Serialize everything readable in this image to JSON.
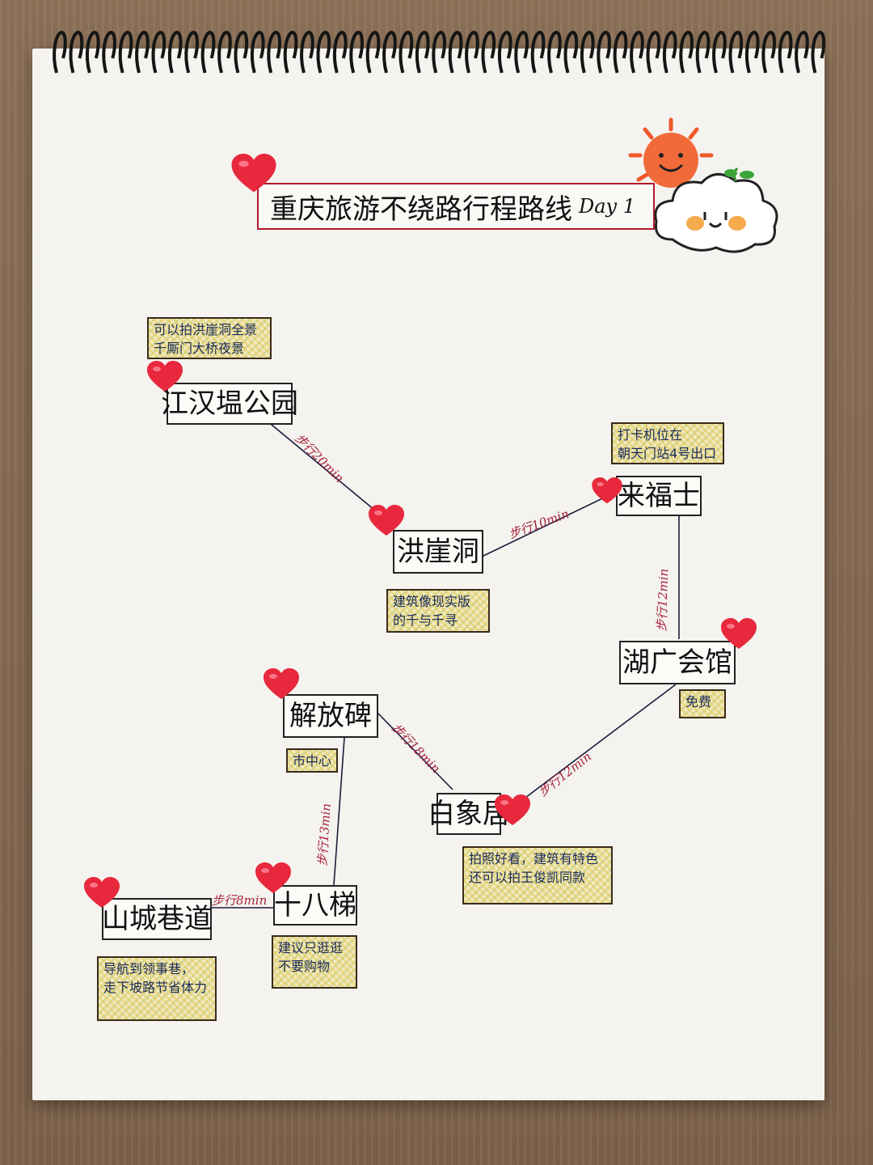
{
  "title": {
    "text": "重庆旅游不绕路行程路线",
    "day": "Day 1"
  },
  "colors": {
    "accent": "#b01a2a",
    "heart": "#e8283c",
    "note_ink": "#1a2a5a"
  },
  "stops": [
    {
      "id": "jianghanzui",
      "name": "江汉塭公园"
    },
    {
      "id": "hongyadong",
      "name": "洪崖洞"
    },
    {
      "id": "laifushi",
      "name": "来福士"
    },
    {
      "id": "huguanghuiguan",
      "name": "湖广会馆"
    },
    {
      "id": "jiefangbei",
      "name": "解放碑"
    },
    {
      "id": "baiyuju",
      "name": "白象居"
    },
    {
      "id": "shibati",
      "name": "十八梯"
    },
    {
      "id": "shanchengxiangdao",
      "name": "山城巷道"
    }
  ],
  "notes": {
    "jianghanzui": [
      "可以拍洪崖洞全景",
      "千厮门大桥夜景"
    ],
    "hongyadong": [
      "建筑像现实版",
      "的千与千寻"
    ],
    "laifushi": [
      "打卡机位在",
      "朝天门站4号出口"
    ],
    "huguanghuiguan": [
      "免费"
    ],
    "jiefangbei": [
      "市中心"
    ],
    "baiyuju": [
      "拍照好看，建筑有特色",
      "还可以拍王俊凯同款"
    ],
    "shibati": [
      "建议只逛逛",
      "不要购物"
    ],
    "shanchengxiangdao": [
      "导航到领事巷，",
      "走下坡路节省体力"
    ]
  },
  "walks": {
    "w1": "步行20min",
    "w2": "步行10min",
    "w3": "步行12min",
    "w4": "步行12min",
    "w5": "步行18min",
    "w6": "步行13min",
    "w7": "步行8min"
  },
  "icons": [
    "heart-icon",
    "sun-icon",
    "cloud-icon",
    "spiral-binding-icon"
  ]
}
